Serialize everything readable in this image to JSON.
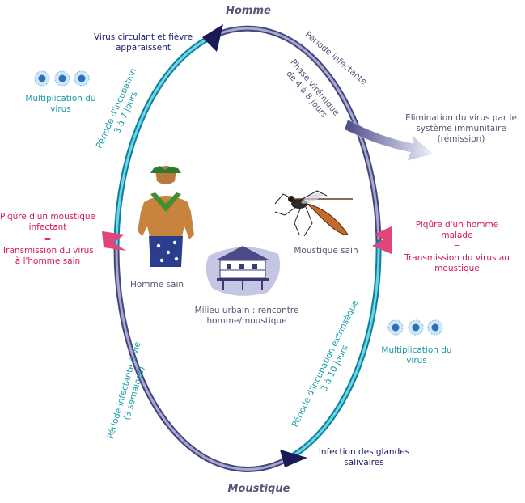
{
  "titles": {
    "top": "Homme",
    "bottom": "Moustique"
  },
  "left_stage": {
    "top": "Virus circulant et fièvre apparaissent",
    "multiplication": "Multiplication du virus",
    "bite": "Piqûre d'un moustique infectant",
    "equals": "=",
    "transmission": "Transmission du virus à l'homme sain"
  },
  "right_stage": {
    "elimination": "Elimination du virus par le système immunitaire (rémission)",
    "bite": "Piqûre d'un homme malade",
    "equals": "=",
    "transmission": "Transmission du virus au moustique",
    "multiplication": "Multiplication du virus",
    "infection": "Infection des glandes salivaires"
  },
  "arc_labels": {
    "incubation_human": [
      "Période d'incubation",
      "3 à 7 jours"
    ],
    "infectious_period": "Période infectante",
    "viremic_phase": [
      "Phase virémique",
      "de 4 à 8 jours"
    ],
    "extrinsic_incubation": [
      "Période d'incubation extrinsèque",
      "3 à 10 jours"
    ],
    "infectious_life": [
      "Période infectante à vie",
      "(3 semaines)"
    ]
  },
  "center": {
    "healthy_man": "Homme sain",
    "healthy_mosquito": "Moustique sain",
    "urban": "Milieu urbain : rencontre homme/moustique"
  },
  "colors": {
    "teal": "#1a9aa8",
    "pink": "#d6145a",
    "navy": "#1a1a6a",
    "slate": "#6a6a9a"
  }
}
